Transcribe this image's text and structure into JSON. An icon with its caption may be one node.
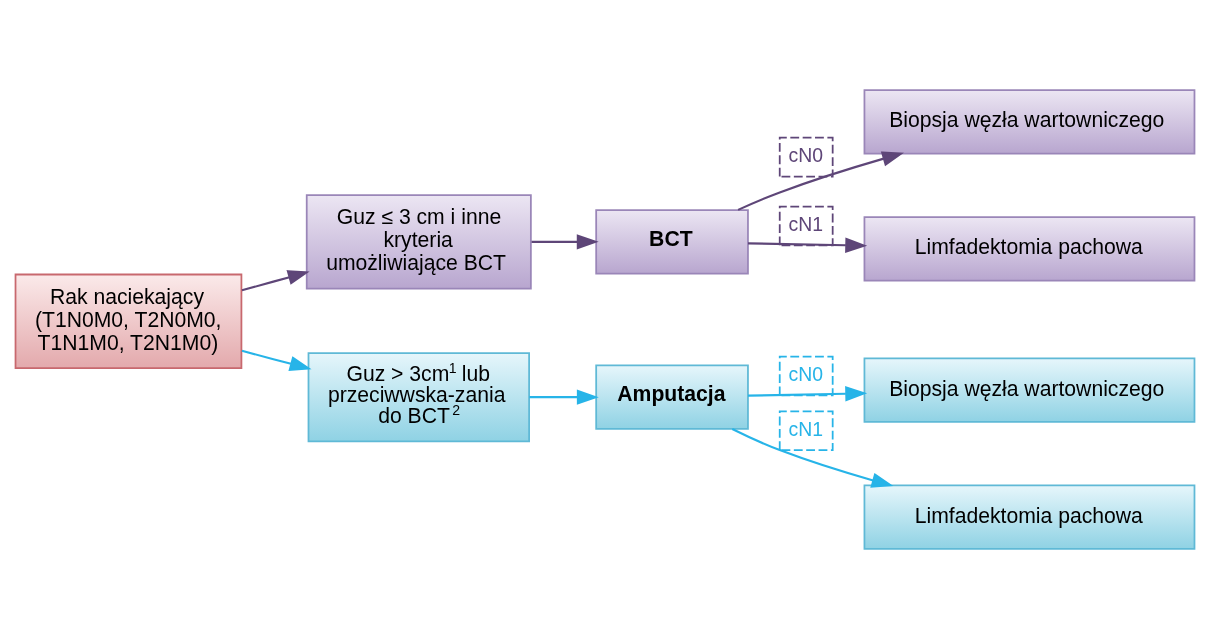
{
  "diagram": {
    "nodes": [
      {
        "text": [
          "Rak naciekający (T1N0M0, T2N0M0, T1N1M0, T2N1M0)"
        ]
      },
      {
        "text": [
          "Guz ≤ 3 cm i inne kryteria umożliwiające BCT"
        ]
      },
      {
        "text": [
          "BCT"
        ]
      },
      {
        "text": [
          "Biopsja węzła wartowniczego"
        ]
      },
      {
        "text": [
          "Limfadektomia pachowa"
        ]
      },
      {
        "text": [
          "Guz > 3cm$^{1}$ lub przeciwwska-zania do BCT$^{2}$"
        ]
      },
      {
        "text": [
          "Amputacja"
        ]
      },
      {
        "text": [
          "Biopsja węzła wartowniczego"
        ]
      },
      {
        "text": [
          "Limfadektomia pachowa"
        ]
      }
    ],
    "edges": [
      {
        "from": 0,
        "to": 1,
        "arrow": "to",
        "color": "#5e4678"
      },
      {
        "from": 1,
        "to": 2,
        "arrow": "to",
        "color": "#5e4678"
      },
      {
        "from": 2,
        "to": 3,
        "arrow": "to",
        "label": "cN0",
        "color": "#5e4678"
      },
      {
        "from": 2,
        "to": 4,
        "arrow": "to",
        "label": "cN1",
        "color": "#5e4678"
      },
      {
        "from": 0,
        "to": 5,
        "arrow": "to",
        "color": "#27b4e8"
      },
      {
        "from": 5,
        "to": 6,
        "arrow": "to",
        "color": "#27b4e8"
      },
      {
        "from": 6,
        "to": 7,
        "arrow": "to",
        "label": "cN0",
        "color": "#27b4e8"
      },
      {
        "from": 6,
        "to": 8,
        "arrow": "to",
        "label": "cN1",
        "color": "#27b4e8"
      }
    ]
  }
}
